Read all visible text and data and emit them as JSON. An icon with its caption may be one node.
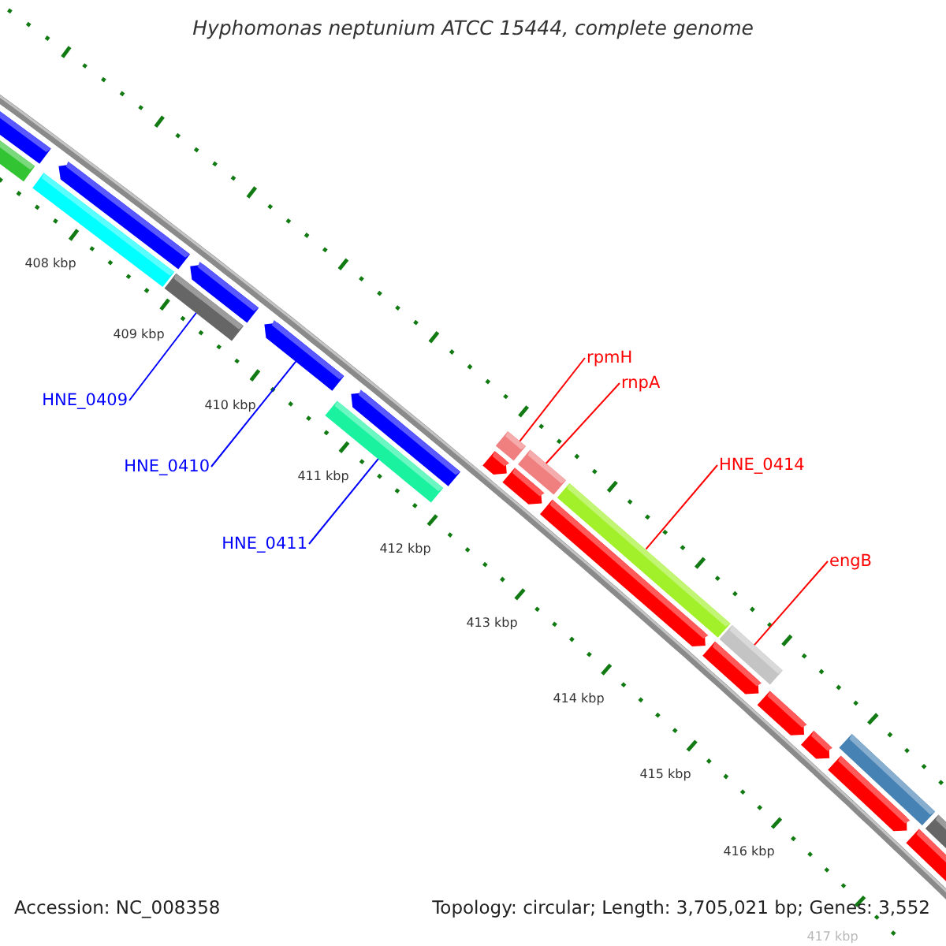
{
  "diagram": {
    "title": "Hyphomonas neptunium ATCC 15444, complete genome",
    "nodes": [
      {
        "text": [
          "HNE_0409"
        ]
      },
      {
        "text": [
          "HNE_0410"
        ]
      },
      {
        "text": [
          "HNE_0411"
        ]
      },
      {
        "text": [
          "rpmH"
        ]
      },
      {
        "text": [
          "rnpA"
        ]
      },
      {
        "text": [
          "HNE_0414"
        ]
      },
      {
        "text": [
          "engB"
        ]
      },
      {
        "text": [],
        "shape": "bar"
      },
      {
        "text": [],
        "shape": "bar"
      },
      {
        "text": [],
        "shape": "bar"
      },
      {
        "text": [],
        "shape": "bar"
      },
      {
        "text": [],
        "shape": "bar"
      },
      {
        "text": [],
        "shape": "bar"
      },
      {
        "text": [],
        "shape": "bar"
      }
    ],
    "edges": [
      {
        "from": 0,
        "to": 7,
        "arrow": "none",
        "color": "#0000ff"
      },
      {
        "from": 1,
        "to": 8,
        "arrow": "none",
        "color": "#0000ff"
      },
      {
        "from": 2,
        "to": 9,
        "arrow": "none",
        "color": "#0000ff"
      },
      {
        "from": 3,
        "to": 10,
        "arrow": "none"
      },
      {
        "from": 4,
        "to": 11,
        "arrow": "none"
      },
      {
        "from": 5,
        "to": 12,
        "arrow": "none"
      },
      {
        "from": 6,
        "to": 13,
        "arrow": "none"
      }
    ],
    "labels": [
      "408 kbp",
      "409 kbp",
      "410 kbp",
      "411 kbp",
      "412 kbp",
      "413 kbp",
      "414 kbp",
      "415 kbp",
      "416 kbp",
      "417 kbp",
      "Accession: NC_008358",
      "Topology: circular; Length: 3,705,021 bp; Genes: 3,552"
    ]
  }
}
